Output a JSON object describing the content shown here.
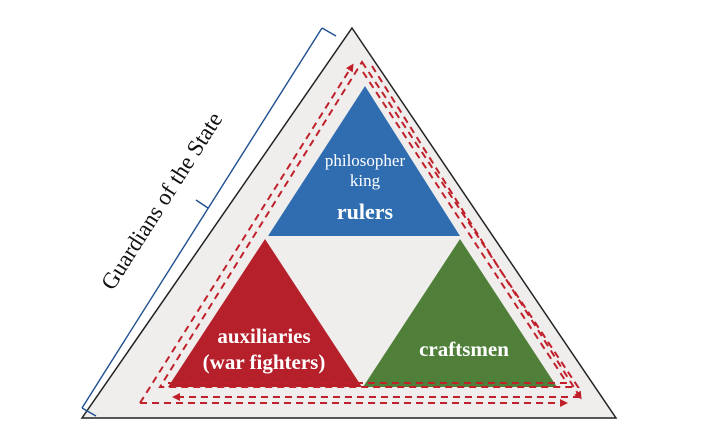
{
  "bracket_label": "Guardians of the State",
  "rulers": {
    "sublabel": "philosopher king",
    "sublabel_line1": "philosopher",
    "sublabel_line2": "king",
    "label": "rulers",
    "color": "#2f6db0"
  },
  "auxiliaries": {
    "label_line1": "auxiliaries",
    "label_line2": "(war fighters)",
    "color": "#b5202b"
  },
  "craftsmen": {
    "label": "craftsmen",
    "color": "#4f7f38"
  },
  "colors": {
    "outer_fill": "#f0eeed",
    "outer_stroke": "#222222",
    "center_fill": "#f0eeed",
    "dashed_arrow": "#c0202a",
    "bracket": "#1f4f8f"
  }
}
